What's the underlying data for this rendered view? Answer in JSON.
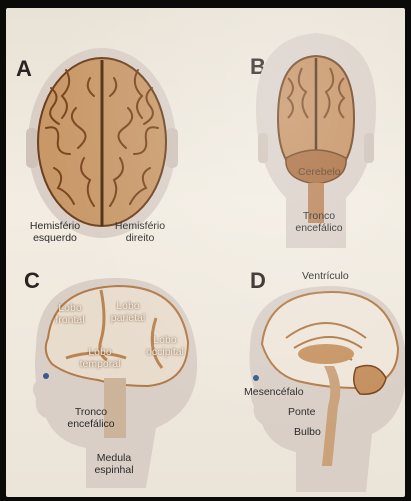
{
  "panels": [
    {
      "letter": "A",
      "labels": [
        "Hemisfério esquerdo",
        "Hemisfério direito"
      ]
    },
    {
      "letter": "B",
      "labels": [
        "Cerebelo",
        "Tronco encefálico"
      ]
    },
    {
      "letter": "C",
      "labels": [
        "Lobo frontal",
        "Lobo parietal",
        "Lobo occipital",
        "Lobo temporal",
        "Tronco encefálico",
        "Medula espinhal"
      ]
    },
    {
      "letter": "D",
      "labels": [
        "Ventrículo",
        "Mesencéfalo",
        "Ponte",
        "Bulbo"
      ]
    }
  ],
  "colors": {
    "paper": "#efe8dc",
    "skin": "#d9cfc7",
    "brain_dark": "#8a4f26",
    "brain_light": "#d6a46b"
  }
}
